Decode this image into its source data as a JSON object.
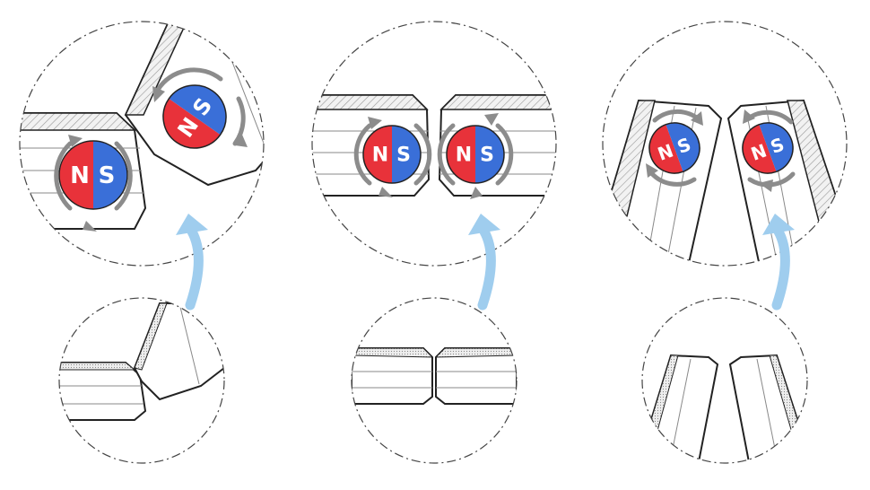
{
  "colors": {
    "north": "#e8323a",
    "south": "#3a6fd8",
    "pole_text": "#ffffff",
    "rotation_arrow": "#8c8c8c",
    "link_arrow": "#9fcdee",
    "outline": "#222222",
    "hatch": "#9a9a9a"
  },
  "icons": [
    "rotation-arrow-icon",
    "curved-arrow-icon",
    "magnet-icon"
  ],
  "panels": [
    {
      "name": "left",
      "magnets": [
        {
          "north": "N",
          "south": "S",
          "rotation_deg": 0
        },
        {
          "north": "N",
          "south": "S",
          "rotation_deg": -55
        }
      ]
    },
    {
      "name": "middle",
      "magnets": [
        {
          "north": "N",
          "south": "S",
          "rotation_deg": 0
        },
        {
          "north": "N",
          "south": "S",
          "rotation_deg": 0
        }
      ]
    },
    {
      "name": "right",
      "magnets": [
        {
          "north": "N",
          "south": "S",
          "rotation_deg": -20
        },
        {
          "north": "N",
          "south": "S",
          "rotation_deg": -20
        }
      ]
    }
  ]
}
